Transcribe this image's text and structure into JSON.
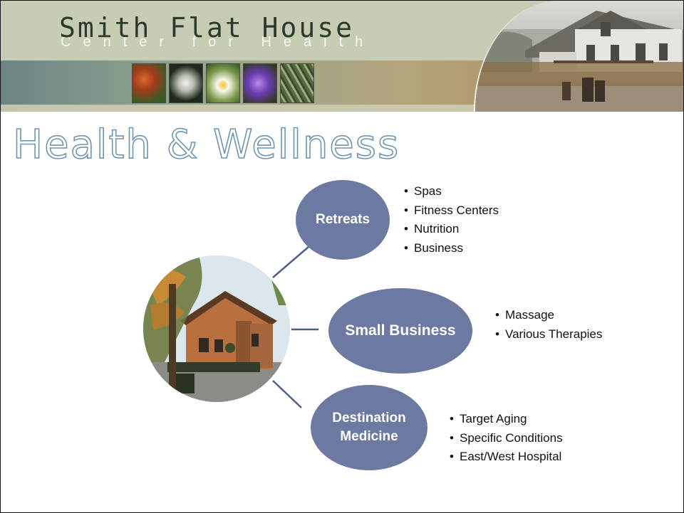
{
  "header": {
    "logo_title": "Smith Flat House",
    "logo_subtitle": "Center for Health"
  },
  "slide": {
    "title": "Health & Wellness"
  },
  "diagram": {
    "hub_image": "building-photo",
    "node_color": "#6c7aa1",
    "connector_color": "#4f5e86",
    "nodes": [
      {
        "label": "Retreats",
        "items": [
          "Spas",
          "Fitness Centers",
          "Nutrition",
          "Business"
        ]
      },
      {
        "label": "Small Business",
        "items": [
          "Massage",
          "Various Therapies"
        ]
      },
      {
        "label": "Destination Medicine",
        "items": [
          "Target Aging",
          "Specific Conditions",
          "East/West Hospital"
        ]
      }
    ]
  }
}
